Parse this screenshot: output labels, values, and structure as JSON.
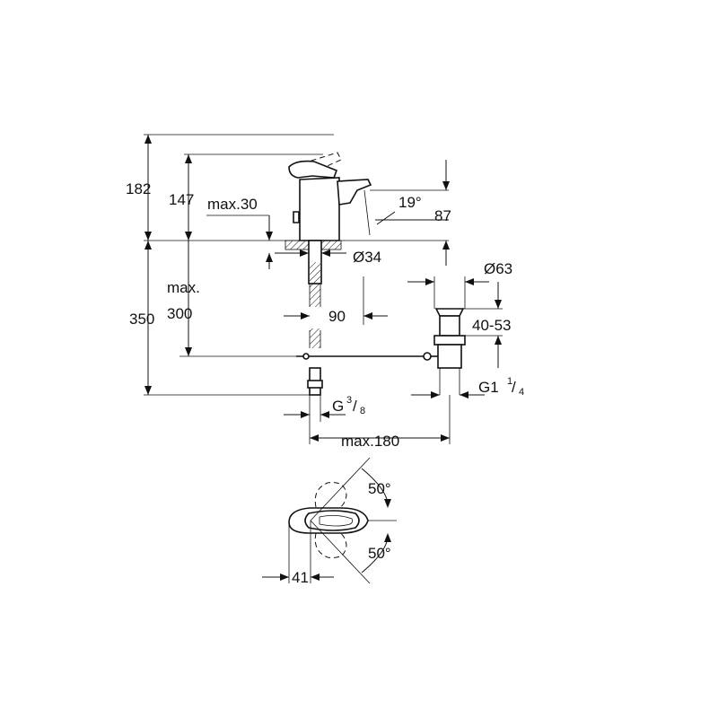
{
  "dimensions": {
    "overall_height": "182",
    "spout_height": "147",
    "max_deck_thickness": "max.30",
    "spout_angle": "19°",
    "spout_reach_height": "87",
    "hole_diameter": "Ø34",
    "below_deck_max_label": "max.",
    "below_deck_max_value": "300",
    "below_deck_overall": "350",
    "hose_offset": "90",
    "waste_diameter": "Ø63",
    "waste_range": "40-53",
    "waste_thread": "G1",
    "waste_thread_num": "1",
    "waste_thread_den": "4",
    "supply_thread": "G",
    "supply_thread_num": "3",
    "supply_thread_den": "8",
    "max_projection": "max.180",
    "handle_rotation_top": "50°",
    "handle_rotation_bottom": "50°",
    "handle_offset": "41"
  },
  "colors": {
    "line": "#111111",
    "background": "#ffffff"
  }
}
